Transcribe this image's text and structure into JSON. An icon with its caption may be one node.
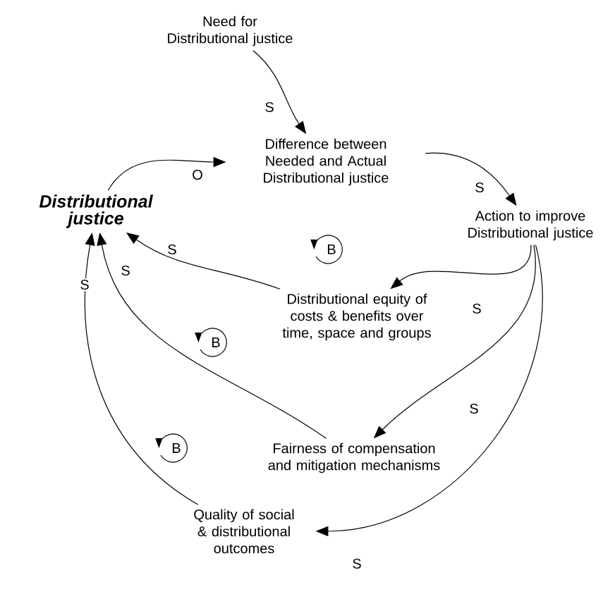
{
  "diagram": {
    "nodes": [
      {
        "text": [
          "Need for Distributional justice"
        ]
      },
      {
        "text": [
          "Difference between Needed and Actual Distributional justice"
        ]
      },
      {
        "text": [
          "Distributional justice"
        ]
      },
      {
        "text": [
          "Action to improve Distributional justice"
        ]
      },
      {
        "text": [
          "Distributional equity of costs & benefits over time, space and groups"
        ]
      },
      {
        "text": [
          "Fairness of compensation and mitigation mechanisms"
        ]
      },
      {
        "text": [
          "Quality of social & distributional outcomes"
        ]
      }
    ],
    "edges": [
      {
        "from": 0,
        "to": 1,
        "arrow": "to",
        "label": "S"
      },
      {
        "from": 2,
        "to": 1,
        "arrow": "to",
        "label": "O"
      },
      {
        "from": 1,
        "to": 3,
        "arrow": "to",
        "label": "S"
      },
      {
        "from": 3,
        "to": 4,
        "arrow": "to",
        "label": "S"
      },
      {
        "from": 3,
        "to": 5,
        "arrow": "to",
        "label": "S"
      },
      {
        "from": 3,
        "to": 6,
        "arrow": "to",
        "label": "S"
      },
      {
        "from": 4,
        "to": 2,
        "arrow": "to",
        "label": "S"
      },
      {
        "from": 5,
        "to": 2,
        "arrow": "to",
        "label": "S"
      },
      {
        "from": 6,
        "to": 2,
        "arrow": "to",
        "label": "S"
      }
    ],
    "labels": [
      "B",
      "B",
      "B"
    ]
  }
}
